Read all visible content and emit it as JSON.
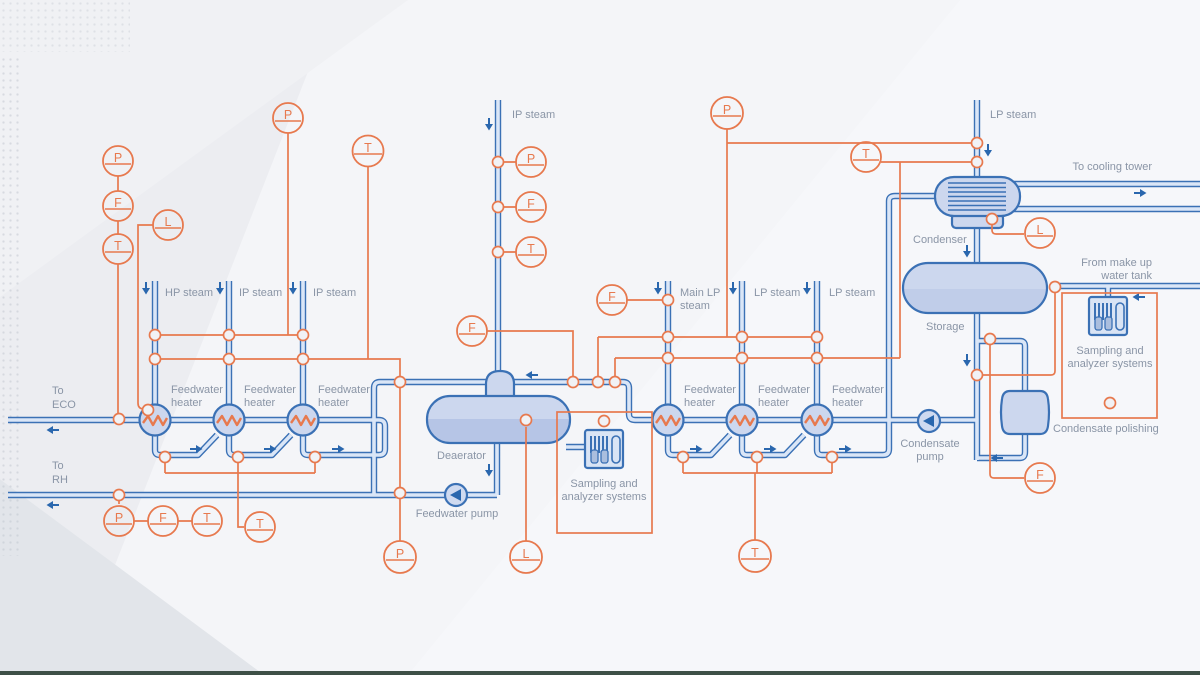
{
  "instruments": {
    "p": "P",
    "f": "F",
    "t": "T",
    "l": "L"
  },
  "steam": {
    "hp": "HP steam",
    "ip": "IP steam",
    "main_lp_1": "Main LP",
    "main_lp_2": "steam",
    "lp": "LP steam"
  },
  "flows": {
    "to_eco_1": "To",
    "to_eco_2": "ECO",
    "to_rh_1": "To",
    "to_rh_2": "RH",
    "to_cooling_tower": "To cooling tower",
    "from_make_up_1": "From make up",
    "from_make_up_2": "water tank"
  },
  "equipment": {
    "feedwater_heater_1": "Feedwater",
    "feedwater_heater_2": "heater",
    "deaerator": "Deaerator",
    "feedwater_pump": "Feedwater pump",
    "condenser": "Condenser",
    "storage": "Storage",
    "condensate_pump_1": "Condensate",
    "condensate_pump_2": "pump",
    "condensate_polishing": "Condensate polishing",
    "sampling_1": "Sampling and",
    "sampling_2": "analyzer systems"
  },
  "colors": {
    "pipe_blue": "#3b71b5",
    "pipe_fill": "#dae6f7",
    "instrument_orange": "#e7794e",
    "vessel_fill": "#ccd7ee",
    "arrow_blue": "#2a67ae",
    "label_gray": "#8a95a6",
    "background": "#ecedf1",
    "footer_bar": "#3e5047"
  }
}
